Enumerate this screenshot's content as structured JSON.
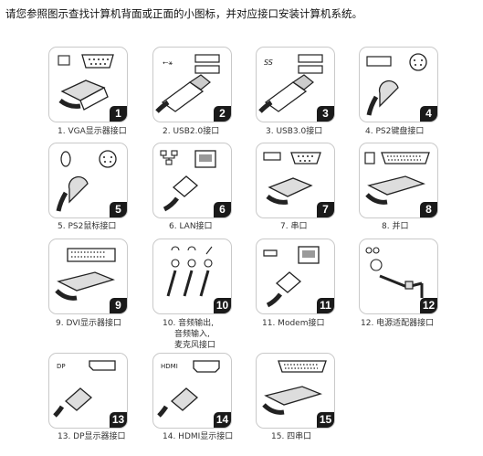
{
  "header": {
    "text": "请您参照图示查找计算机背面或正面的小图标，并对应接口安装计算机系统。"
  },
  "ports": [
    {
      "num": "1",
      "label": "1. VGA显示器接口",
      "icon": "vga-connector-icon"
    },
    {
      "num": "2",
      "label": "2. USB2.0接口",
      "icon": "usb2-connector-icon",
      "symbol": "⭠⚹"
    },
    {
      "num": "3",
      "label": "3. USB3.0接口",
      "icon": "usb3-connector-icon",
      "symbol": "SS"
    },
    {
      "num": "4",
      "label": "4. PS2键盘接口",
      "icon": "ps2-keyboard-connector-icon"
    },
    {
      "num": "5",
      "label": "5. PS2鼠标接口",
      "icon": "ps2-mouse-connector-icon"
    },
    {
      "num": "6",
      "label": "6. LAN接口",
      "icon": "lan-connector-icon"
    },
    {
      "num": "7",
      "label": "7. 串口",
      "icon": "serial-port-connector-icon"
    },
    {
      "num": "8",
      "label": "8. 并口",
      "icon": "parallel-port-connector-icon"
    },
    {
      "num": "9",
      "label": "9. DVI显示器接口",
      "icon": "dvi-connector-icon"
    },
    {
      "num": "10",
      "label_lines": [
        "10. 音频输出,",
        "音频输入,",
        "麦克风接口"
      ],
      "icon": "audio-jacks-icon"
    },
    {
      "num": "11",
      "label": "11. Modem接口",
      "icon": "modem-connector-icon"
    },
    {
      "num": "12",
      "label": "12. 电源适配器接口",
      "icon": "power-adapter-connector-icon"
    },
    {
      "num": "13",
      "label": "13. DP显示器接口",
      "icon": "displayport-connector-icon",
      "tag": "DP"
    },
    {
      "num": "14",
      "label": "14. HDMI显示接口",
      "icon": "hdmi-connector-icon",
      "tag": "HDMI"
    },
    {
      "num": "15",
      "label": "15. 四串口",
      "icon": "quad-serial-connector-icon"
    }
  ]
}
